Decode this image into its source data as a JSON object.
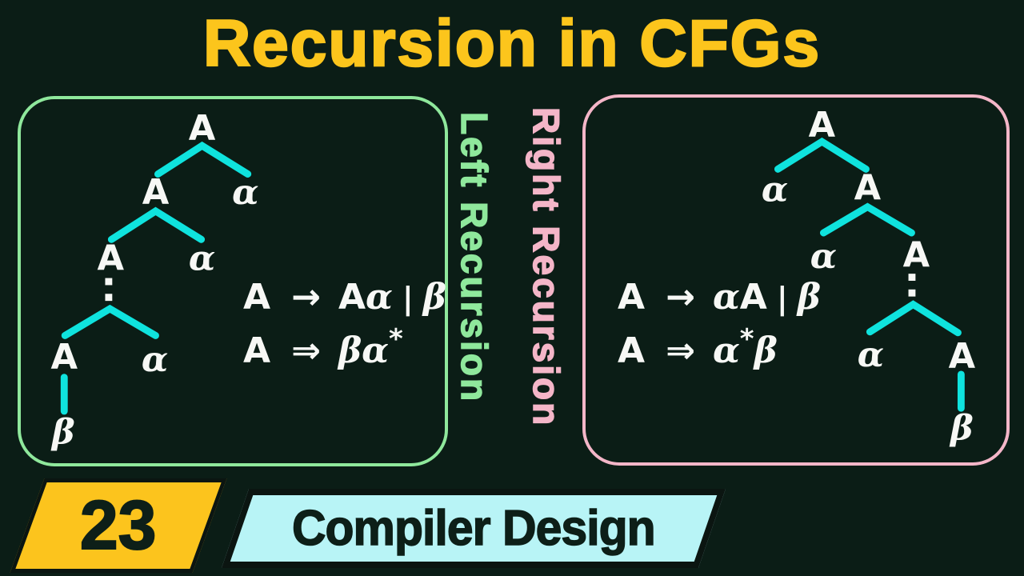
{
  "title": "Recursion in CFGs",
  "colors": {
    "background": "#0b1d16",
    "title-yellow": "#fcc51c",
    "branch-cyan": "#0fe3de",
    "node-white": "#f7f8f5",
    "left-green": "#8fe89c",
    "right-pink": "#f4b6c8",
    "badge-yellow": "#fcc41d",
    "badge-cyan": "#b8f4f6",
    "badge-text": "#0d1f18"
  },
  "left_panel": {
    "label": "Left Recursion",
    "tree_nodes": [
      "A",
      "A",
      "α",
      "A",
      "α",
      "A",
      "α",
      "β"
    ],
    "grammar_rule": {
      "lhs": "A",
      "arrow": "→",
      "p1": "A",
      "p2": "α",
      "sep": "|",
      "p3": "β"
    },
    "derivation": {
      "lhs": "A",
      "arrow": "⇒",
      "p1": "β",
      "p2": "α",
      "star": "*"
    }
  },
  "right_panel": {
    "label": "Right Recursion",
    "tree_nodes": [
      "A",
      "α",
      "A",
      "α",
      "A",
      "α",
      "A",
      "β"
    ],
    "grammar_rule": {
      "lhs": "A",
      "arrow": "→",
      "p1": "α",
      "p2": "A",
      "sep": "|",
      "p3": "β"
    },
    "derivation": {
      "lhs": "A",
      "arrow": "⇒",
      "p1": "α",
      "star": "*",
      "p2": "β"
    }
  },
  "badge": {
    "number": "23",
    "series": "Compiler Design"
  }
}
